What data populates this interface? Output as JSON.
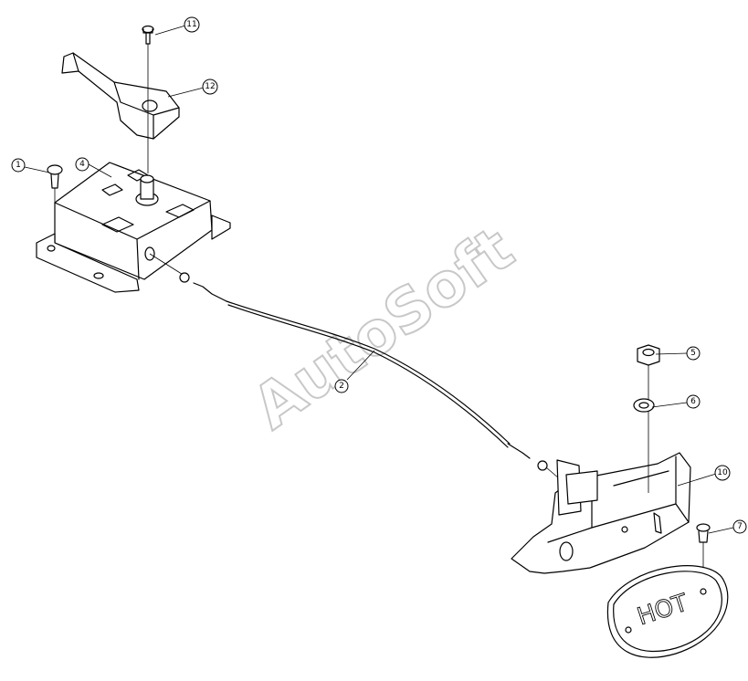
{
  "watermark": "AutoSoft",
  "callouts": [
    {
      "id": "c1",
      "label": "1"
    },
    {
      "id": "c2",
      "label": "2"
    },
    {
      "id": "c4",
      "label": "4"
    },
    {
      "id": "c5",
      "label": "5"
    },
    {
      "id": "c6",
      "label": "6"
    },
    {
      "id": "c7",
      "label": "7"
    },
    {
      "id": "c10",
      "label": "10"
    },
    {
      "id": "c11",
      "label": "11"
    },
    {
      "id": "c12",
      "label": "12"
    }
  ]
}
